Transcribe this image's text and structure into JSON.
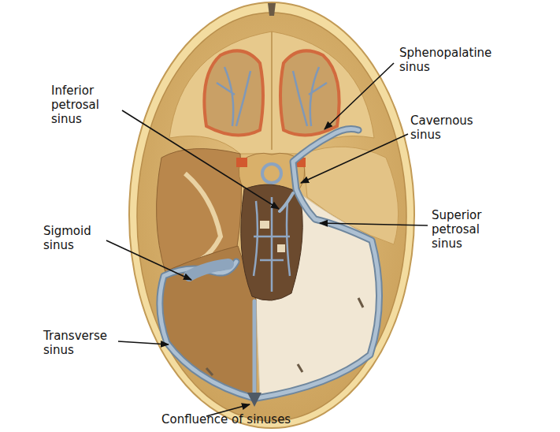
{
  "diagram": {
    "labels": [
      "Sphenopalatine sinus",
      "Inferior petrosal sinus",
      "Cavernous sinus",
      "Superior petrosal sinus",
      "Sigmoid sinus",
      "Transverse sinus",
      "Confluence of sinuses"
    ]
  }
}
